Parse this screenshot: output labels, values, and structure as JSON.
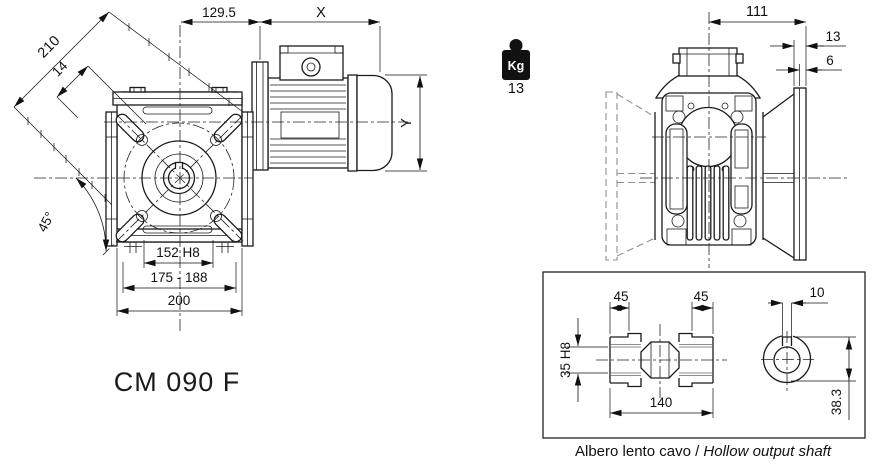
{
  "drawing": {
    "front_view": {
      "title": "CM 090 F",
      "dim_center_to_flange": "129.5",
      "dim_motor_x": "X",
      "dim_diagonal": "210",
      "dim_boss": "14",
      "dim_angle": "45°",
      "dim_spigot": "152 H8",
      "dim_bolt_circle": "175 - 188",
      "dim_width": "200",
      "dim_motor_y": "Y"
    },
    "weight_badge": {
      "unit": "Kg",
      "value": "13"
    },
    "side_view": {
      "dim_center_to_face": "111",
      "dim_flange_offset": "13",
      "dim_flange_depth": "6"
    },
    "shaft_detail": {
      "dim_end_left": "45",
      "dim_end_right": "45",
      "dim_keyway_width": "10",
      "dim_bore": "35 H8",
      "dim_length": "140",
      "dim_keyway_depth": "38.3",
      "caption_italian": "Albero lento cavo / ",
      "caption_english": "Hollow output shaft"
    },
    "colors": {
      "line": "#1b1b1b",
      "background": "#ffffff",
      "phantom": "#8f8f8f"
    }
  }
}
